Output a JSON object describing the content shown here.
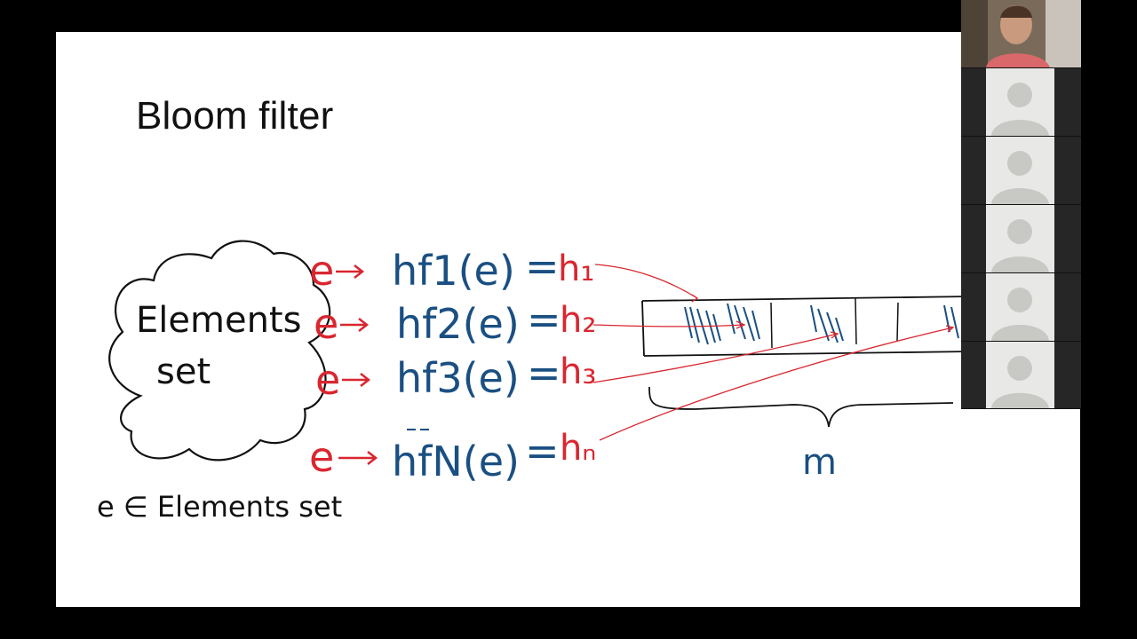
{
  "slide": {
    "title": "Bloom filter",
    "cloud_label_line1": "Elements",
    "cloud_label_line2": "set",
    "membership_label": "e ∈ Elements set",
    "hash_rows": [
      {
        "input": "e",
        "function": "hf1(e)",
        "equals": "=",
        "output": "h₁"
      },
      {
        "input": "e",
        "function": "hf2(e)",
        "equals": "=",
        "output": "h₂"
      },
      {
        "input": "e",
        "function": "hf3(e)",
        "equals": "=",
        "output": "h₃"
      },
      {
        "input": "e",
        "function": "hfN(e)",
        "equals": "=",
        "output": "hₙ"
      }
    ],
    "bit_array_size_label": "m",
    "colors": {
      "red": "#d9262f",
      "blue": "#1a4f82",
      "ink": "#111111"
    }
  },
  "participants": {
    "count": 6,
    "icons": [
      "webcam-presenter",
      "avatar-placeholder-icon",
      "avatar-placeholder-icon",
      "avatar-placeholder-icon",
      "avatar-placeholder-icon",
      "avatar-placeholder-icon"
    ]
  }
}
